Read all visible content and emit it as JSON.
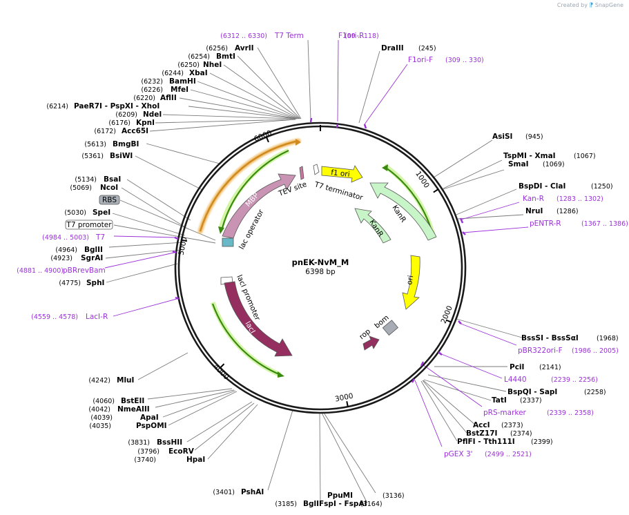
{
  "brand": {
    "prefix": "Created by",
    "name": "SnapGene"
  },
  "center": {
    "name": "pnEK-NvM_M",
    "size": "6398 bp"
  },
  "total_bp": 6398,
  "tick_labels": [
    "1000",
    "2000",
    "3000",
    "4000",
    "5000",
    "6000"
  ],
  "sites": [
    {
      "pos": "(6312 .. 6330)",
      "name": "T7 Term",
      "kind": "primer"
    },
    {
      "pos": "(6256)",
      "name": "AvrII",
      "kind": "enzyme"
    },
    {
      "pos": "(6254)",
      "name": "BmtI",
      "kind": "enzyme"
    },
    {
      "pos": "(6250)",
      "name": "NheI",
      "kind": "enzyme"
    },
    {
      "pos": "(6244)",
      "name": "XbaI",
      "kind": "enzyme"
    },
    {
      "pos": "(6232)",
      "name": "BamHI",
      "kind": "enzyme"
    },
    {
      "pos": "(6226)",
      "name": "MfeI",
      "kind": "enzyme"
    },
    {
      "pos": "(6220)",
      "name": "AflII",
      "kind": "enzyme"
    },
    {
      "pos": "(6214)",
      "name": "PaeR7I   - PspXI   - XhoI",
      "kind": "enzyme"
    },
    {
      "pos": "(6209)",
      "name": "NdeI",
      "kind": "enzyme"
    },
    {
      "pos": "(6176)",
      "name": "KpnI",
      "kind": "enzyme"
    },
    {
      "pos": "(6172)",
      "name": "Acc65I",
      "kind": "enzyme"
    },
    {
      "pos": "(5613)",
      "name": "BmgBI",
      "kind": "enzyme"
    },
    {
      "pos": "(5361)",
      "name": "BsiWI",
      "kind": "enzyme"
    },
    {
      "pos": "(5134)",
      "name": "BsaI",
      "kind": "enzyme"
    },
    {
      "pos": "(5069)",
      "name": "NcoI",
      "kind": "enzyme"
    },
    {
      "pos": "",
      "name": "RBS",
      "kind": "box-gray"
    },
    {
      "pos": "(5030)",
      "name": "SpeI",
      "kind": "enzyme"
    },
    {
      "pos": "",
      "name": "T7 promoter",
      "kind": "box-white"
    },
    {
      "pos": "(4984 .. 5003)",
      "name": "T7",
      "kind": "primer"
    },
    {
      "pos": "(4964)",
      "name": "BglII",
      "kind": "enzyme"
    },
    {
      "pos": "(4923)",
      "name": "SgrAI",
      "kind": "enzyme"
    },
    {
      "pos": "(4881 .. 4900)",
      "name": "pBRrevBam",
      "kind": "primer"
    },
    {
      "pos": "(4775)",
      "name": "SphI",
      "kind": "enzyme"
    },
    {
      "pos": "(4559 .. 4578)",
      "name": "LacI-R",
      "kind": "primer"
    },
    {
      "pos": "(4242)",
      "name": "MluI",
      "kind": "enzyme"
    },
    {
      "pos": "(4060)",
      "name": "BstEII",
      "kind": "enzyme"
    },
    {
      "pos": "(4042)",
      "name": "NmeAIII",
      "kind": "enzyme"
    },
    {
      "pos": "(4039)",
      "name": "ApaI",
      "kind": "enzyme"
    },
    {
      "pos": "(4035)",
      "name": "PspOMI",
      "kind": "enzyme"
    },
    {
      "pos": "(3831)",
      "name": "BssHII",
      "kind": "enzyme"
    },
    {
      "pos": "(3796)",
      "name": "EcoRV",
      "kind": "enzyme"
    },
    {
      "pos": "(3740)",
      "name": "HpaI",
      "kind": "enzyme"
    },
    {
      "pos": "(3401)",
      "name": "PshAI",
      "kind": "enzyme"
    },
    {
      "pos": "(3185)",
      "name": "BglI",
      "kind": "enzyme"
    },
    {
      "pos": "(3164)",
      "name": "FspI   - FspAI",
      "kind": "enzyme"
    },
    {
      "pos": "(3136)",
      "name": "PpuMI",
      "kind": "enzyme"
    },
    {
      "pos": "(99 .. 118)",
      "name": "F1ori-R",
      "kind": "primer"
    },
    {
      "pos": "(245)",
      "name": "DraIII",
      "kind": "enzyme"
    },
    {
      "pos": "(309 .. 330)",
      "name": "F1ori-F",
      "kind": "primer"
    },
    {
      "pos": "(945)",
      "name": "AsiSI",
      "kind": "enzyme"
    },
    {
      "pos": "(1067)",
      "name": "TspMI   - XmaI",
      "kind": "enzyme"
    },
    {
      "pos": "(1069)",
      "name": "SmaI",
      "kind": "enzyme"
    },
    {
      "pos": "(1250)",
      "name": "BspDI   - ClaI",
      "kind": "enzyme"
    },
    {
      "pos": "(1283 .. 1302)",
      "name": "Kan-R",
      "kind": "primer"
    },
    {
      "pos": "(1286)",
      "name": "NruI",
      "kind": "enzyme"
    },
    {
      "pos": "(1367 .. 1386)",
      "name": "pENTR-R",
      "kind": "primer"
    },
    {
      "pos": "(1968)",
      "name": "BssSI   - BssSαI",
      "kind": "enzyme"
    },
    {
      "pos": "(1986 .. 2005)",
      "name": "pBR322ori-F",
      "kind": "primer"
    },
    {
      "pos": "(2141)",
      "name": "PciI",
      "kind": "enzyme"
    },
    {
      "pos": "(2239 .. 2256)",
      "name": "L4440",
      "kind": "primer"
    },
    {
      "pos": "(2258)",
      "name": "BspQI   - SapI",
      "kind": "enzyme"
    },
    {
      "pos": "(2337)",
      "name": "TatI",
      "kind": "enzyme"
    },
    {
      "pos": "(2339 .. 2358)",
      "name": "pRS-marker",
      "kind": "primer"
    },
    {
      "pos": "(2373)",
      "name": "AccI",
      "kind": "enzyme"
    },
    {
      "pos": "(2374)",
      "name": "BstZ17I",
      "kind": "enzyme"
    },
    {
      "pos": "(2399)",
      "name": "PflFI   - Tth111I",
      "kind": "enzyme"
    },
    {
      "pos": "(2499 .. 2521)",
      "name": "pGEX 3'",
      "kind": "primer"
    }
  ],
  "features": [
    {
      "label": "f1 ori",
      "color": "#ffff00"
    },
    {
      "label": "T7 terminator",
      "color": "#ffffff"
    },
    {
      "label": "TEV site",
      "color": "#c878a0"
    },
    {
      "label": "MBP",
      "color": "#c994b4"
    },
    {
      "label": "lac operator",
      "color": "#68b8c8"
    },
    {
      "label": "KanR",
      "color": "#c8f5c8"
    },
    {
      "label": "KanR",
      "color": "#c8f5c8"
    },
    {
      "label": "ori",
      "color": "#ffff00"
    },
    {
      "label": "bom",
      "color": "#a8acb4"
    },
    {
      "label": "rop",
      "color": "#952f60"
    },
    {
      "label": "lacI promoter",
      "color": "#ffffff"
    },
    {
      "label": "lacI",
      "color": "#952f60"
    }
  ]
}
